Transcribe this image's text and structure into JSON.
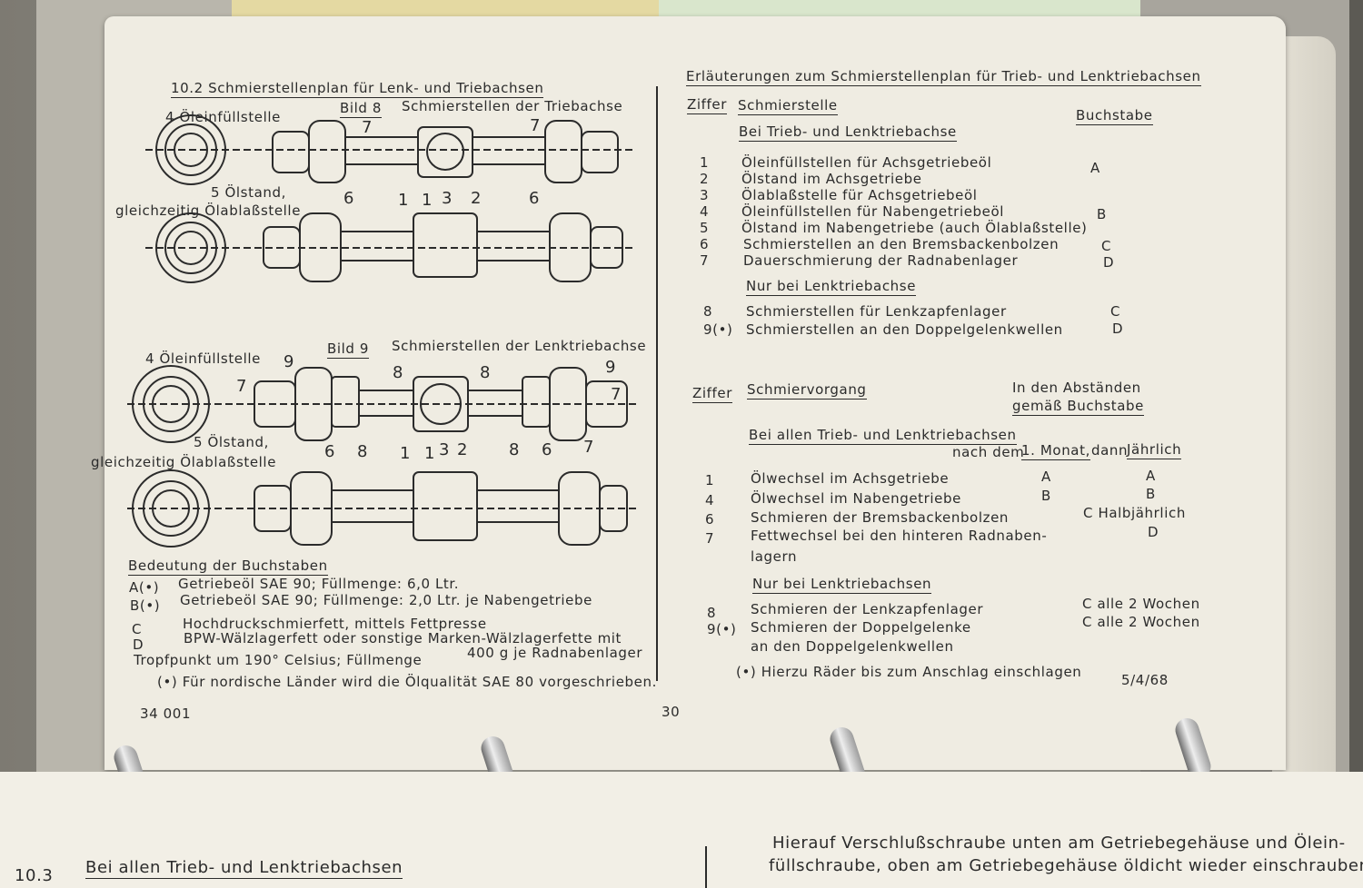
{
  "left_page": {
    "section_title": "10.2 Schmierstellenplan für Lenk- und Triebachsen",
    "fig8": {
      "label": "Bild 8",
      "caption": "Schmierstellen der Triebachse",
      "fill_label": "4 Öleinfüllstelle",
      "level_label": "5 Ölstand,",
      "drain_label": "gleichzeitig Ölablaßstelle",
      "numbers": [
        "7",
        "7",
        "6",
        "1",
        "1",
        "3",
        "2",
        "6"
      ]
    },
    "fig9": {
      "label": "Bild 9",
      "caption": "Schmierstellen der Lenktriebachse",
      "fill_label": "4 Öleinfüllstelle",
      "level_label": "5 Ölstand,",
      "drain_label": "gleichzeitig Ölablaßstelle",
      "numbers": [
        "9",
        "7",
        "8",
        "8",
        "9",
        "7",
        "6",
        "8",
        "1",
        "1",
        "3",
        "2",
        "8",
        "6",
        "7"
      ]
    },
    "legend_title": "Bedeutung der Buchstaben",
    "legend": [
      {
        "key": "A(•)",
        "text": "Getriebeöl SAE 90; Füllmenge: 6,0 Ltr."
      },
      {
        "key": "B(•)",
        "text": "Getriebeöl SAE 90; Füllmenge: 2,0 Ltr. je Nabengetriebe"
      },
      {
        "key": "C",
        "text": "Hochdruckschmierfett, mittels Fettpresse"
      },
      {
        "key": "D",
        "text": "BPW-Wälzlagerfett oder sonstige Marken-Wälzlagerfette mit"
      }
    ],
    "legend_cont": "Tropfpunkt um 190° Celsius; Füllmenge",
    "legend_cont_amount": "400 g je Radnabenlager",
    "footnote": "(•) Für nordische Länder wird die Ölqualität SAE 80 vorgeschrieben.",
    "doc_number": "34 001",
    "page_number": "30"
  },
  "right_page": {
    "title": "Erläuterungen zum Schmierstellenplan für Trieb- und Lenktriebachsen",
    "table1": {
      "col_ziffer": "Ziffer",
      "col_stelle": "Schmierstelle",
      "col_buchstabe": "Buchstabe",
      "group1": "Bei Trieb- und Lenktriebachse",
      "rows1": [
        {
          "num": "1",
          "text": "Öleinfüllstellen für Achsgetriebeöl",
          "letter": "A"
        },
        {
          "num": "2",
          "text": "Ölstand im Achsgetriebe",
          "letter": ""
        },
        {
          "num": "3",
          "text": "Ölablaßstelle für Achsgetriebeöl",
          "letter": ""
        },
        {
          "num": "4",
          "text": "Öleinfüllstellen für Nabengetriebeöl",
          "letter": "B"
        },
        {
          "num": "5",
          "text": "Ölstand im Nabengetriebe (auch Ölablaßstelle)",
          "letter": ""
        },
        {
          "num": "6",
          "text": "Schmierstellen an den Bremsbackenbolzen",
          "letter": "C"
        },
        {
          "num": "7",
          "text": "Dauerschmierung der Radnabenlager",
          "letter": "D"
        }
      ],
      "group2": "Nur bei Lenktriebachse",
      "rows2": [
        {
          "num": "8",
          "text": "Schmierstellen für Lenkzapfenlager",
          "letter": "C"
        },
        {
          "num": "9(•)",
          "text": "Schmierstellen an den Doppelgelenkwellen",
          "letter": "D"
        }
      ]
    },
    "table2": {
      "col_ziffer": "Ziffer",
      "col_vorgang": "Schmiervorgang",
      "col_abstand_1": "In den Abständen",
      "col_abstand_2": "gemäß Buchstabe",
      "group1": "Bei allen Trieb- und Lenktriebachsen",
      "sub_prefix": "nach dem",
      "sub_first": "1. Monat,",
      "sub_dann": "dann",
      "sub_yearly": "Jährlich",
      "rows1": [
        {
          "num": "1",
          "text": "Ölwechsel im Achsgetriebe",
          "first": "A",
          "later": "A"
        },
        {
          "num": "4",
          "text": "Ölwechsel im Nabengetriebe",
          "first": "B",
          "later": "B"
        },
        {
          "num": "6",
          "text": "Schmieren der Bremsbackenbolzen",
          "first": "",
          "later": "C Halbjährlich"
        },
        {
          "num": "7",
          "text": "Fettwechsel bei den hinteren Radnaben-",
          "first": "",
          "later": "D"
        }
      ],
      "row_cont": "lagern",
      "group2": "Nur bei Lenktriebachsen",
      "rows2": [
        {
          "num": "8",
          "text": "Schmieren der Lenkzapfenlager",
          "later": "C alle 2 Wochen"
        },
        {
          "num": "9(•)",
          "text": "Schmieren der Doppelgelenke",
          "later": "C alle 2 Wochen"
        }
      ],
      "row2_cont": "an den Doppelgelenkwellen"
    },
    "footnote": "(•) Hierzu Räder bis zum Anschlag einschlagen",
    "date": "5/4/68"
  },
  "lower_page": {
    "section_number": "10.3",
    "section_title": "Bei allen Trieb- und Lenktriebachsen",
    "right_line1": "Hierauf Verschlußschraube unten am Getriebegehäuse und Ölein-",
    "right_line2": "füllschraube, oben am Getriebegehäuse öldicht wieder einschrauben"
  },
  "colors": {
    "paper": "#efece2",
    "ink": "#2b2b2b",
    "binder": "#a8a59d"
  }
}
